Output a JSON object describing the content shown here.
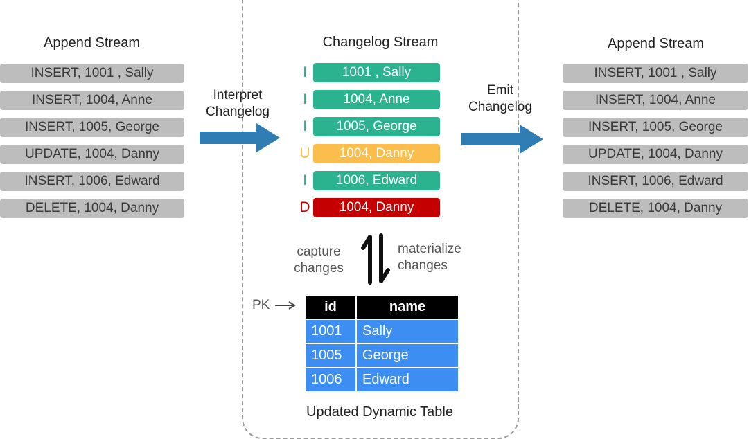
{
  "left": {
    "title": "Append Stream",
    "rows": [
      "INSERT, 1001 , Sally",
      "INSERT, 1004, Anne",
      "INSERT, 1005, George",
      "UPDATE, 1004, Danny",
      "INSERT, 1006, Edward",
      "DELETE, 1004, Danny"
    ]
  },
  "right": {
    "title": "Append Stream",
    "rows": [
      "INSERT, 1001 , Sally",
      "INSERT, 1004, Anne",
      "INSERT, 1005, George",
      "UPDATE, 1004, Danny",
      "INSERT, 1006, Edward",
      "DELETE, 1004, Danny"
    ]
  },
  "interpret_label": [
    "Interpret",
    "Changelog"
  ],
  "emit_label": [
    "Emit",
    "Changelog"
  ],
  "changelog": {
    "title": "Changelog Stream",
    "rows": [
      {
        "op": "I",
        "text": "1001 , Sally",
        "color": "#2bb38f",
        "op_color": "#2bb38f"
      },
      {
        "op": "I",
        "text": "1004, Anne",
        "color": "#2bb38f",
        "op_color": "#2bb38f"
      },
      {
        "op": "I",
        "text": "1005, George",
        "color": "#2bb38f",
        "op_color": "#2bb38f"
      },
      {
        "op": "U",
        "text": "1004, Danny",
        "color": "#fbbd4c",
        "op_color": "#fbbd4c"
      },
      {
        "op": "I",
        "text": "1006, Edward",
        "color": "#2bb38f",
        "op_color": "#2bb38f"
      },
      {
        "op": "D",
        "text": "1004, Danny",
        "color": "#c40000",
        "op_color": "#c40000"
      }
    ]
  },
  "capture_label": [
    "capture",
    "changes"
  ],
  "materialize_label": [
    "materialize",
    "changes"
  ],
  "pk_label": "PK",
  "table": {
    "headers": [
      "id",
      "name"
    ],
    "rows": [
      [
        "1001",
        "Sally"
      ],
      [
        "1005",
        "George"
      ],
      [
        "1006",
        "Edward"
      ]
    ],
    "caption": "Updated Dynamic Table"
  },
  "colors": {
    "arrow_blue": "#2f7db3",
    "table_header": "#000000",
    "table_cell": "#3d8ef2",
    "stream_gray": "#bdbdbd"
  }
}
